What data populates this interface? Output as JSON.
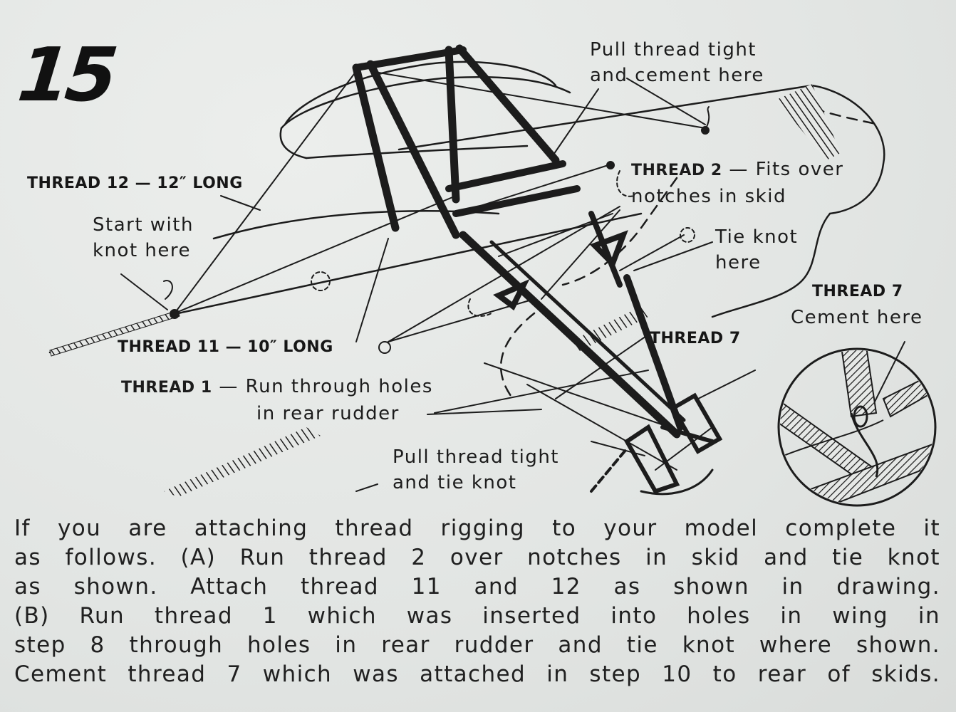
{
  "step": "15",
  "labels": {
    "pull_thread_tight_cement_line1": "Pull thread tight",
    "pull_thread_tight_cement_line2": "and cement here",
    "thread_12": "THREAD 12 — 12″ LONG",
    "thread_2_caps": "THREAD 2",
    "thread_2_line1_rest": "— Fits over",
    "thread_2_line2": "notches in skid",
    "start_with_knot_line1": "Start with",
    "start_with_knot_line2": "knot here",
    "tie_knot_line1": "Tie knot",
    "tie_knot_line2": "here",
    "thread_7_top": "THREAD 7",
    "cement_here": "Cement here",
    "thread_11": "THREAD 11 — 10″ LONG",
    "thread_7_mid": "THREAD 7",
    "thread_1_caps": "THREAD 1",
    "thread_1_line1_rest": "— Run through holes",
    "thread_1_line2": "in rear rudder",
    "pull_thread_tie_line1": "Pull thread tight",
    "pull_thread_tie_line2": "and tie knot"
  },
  "instructions": {
    "line1": "If you are attaching thread rigging to your model complete it",
    "line2": "as follows. (A)  Run thread 2 over notches in skid and tie knot",
    "line3": "as shown. Attach thread 11 and 12 as shown in drawing.",
    "line4": "(B)  Run thread 1 which was inserted into holes in wing in",
    "line5": "step 8 through holes in rear rudder and tie knot where shown.",
    "line6": "Cement thread 7 which was attached in step 10 to rear of skids."
  },
  "colors": {
    "paper": "#e6e8e6",
    "ink": "#1c1c1c"
  }
}
